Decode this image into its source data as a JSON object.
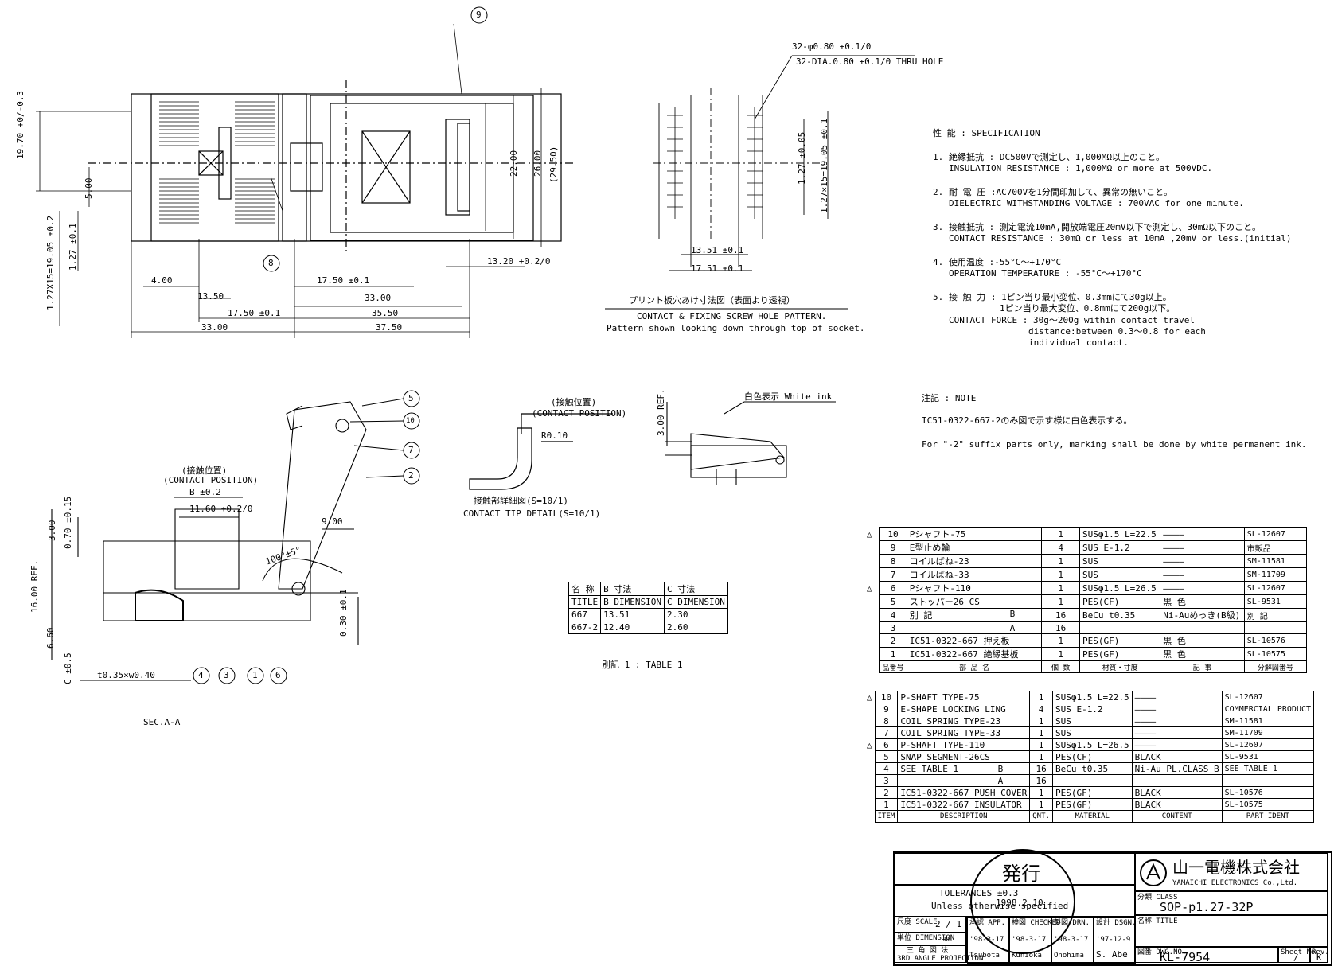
{
  "drawing": {
    "top_callout": "32-φ0.80 +0.1/0",
    "top_callout_en": "32-DIA.0.80 +0.1/0 THRU HOLE",
    "main_dims": [
      "19.70 +0/-0.3",
      "5.00",
      "1.27X15=19.05 ±0.2",
      "1.27 ±0.1",
      "22.00",
      "26.00",
      "(29.50)",
      "13.20 +0.2/0",
      "4.00",
      "13.50",
      "17.50 ±0.1",
      "33.00",
      "17.50 ±0.1",
      "35.50",
      "33.00",
      "37.50"
    ],
    "pattern_dims": [
      "1.27 ±0.05",
      "1.27×15=19.05 ±0.1",
      "13.51 ±0.1",
      "17.51 ±0.1"
    ],
    "pattern_title_jp": "プリント板穴あけ寸法図（表面より透視）",
    "pattern_title_en": "CONTACT & FIXING SCREW HOLE PATTERN.",
    "pattern_note": "Pattern shown looking down through top of socket.",
    "section_label": "SEC.A-A",
    "section_dims": [
      "B ±0.2",
      "11.60 +0.2/0",
      "3.00",
      "0.70 ±0.15",
      "16.00 REF.",
      "6.60",
      "C ±0.5",
      "t0.35×w0.40",
      "9.00",
      "100°±5°",
      "0.30 ±0.1"
    ],
    "contact_pos_jp": "(接触位置)",
    "contact_pos_en": "(CONTACT POSITION)",
    "contact_tip_jp": "接触部詳細図(S=10/1)",
    "contact_tip_en": "CONTACT TIP DETAIL(S=10/1)",
    "r_label": "R0.10",
    "ref_dim": "3.00 REF.",
    "white_ink": "白色表示 White ink",
    "balloons": [
      "1",
      "2",
      "3",
      "4",
      "5",
      "6",
      "7",
      "8",
      "9",
      "10"
    ]
  },
  "spec": {
    "heading": "性 能 : SPECIFICATION",
    "items": [
      {
        "n": "1.",
        "jp": "絶縁抵抗 : DC500Vで測定し、1,000MΩ以上のこと。",
        "en": "INSULATION RESISTANCE : 1,000MΩ or more at 500VDC."
      },
      {
        "n": "2.",
        "jp": "耐 電 圧 :AC700Vを1分間印加して、異常の無いこと。",
        "en": "DIELECTRIC WITHSTANDING VOLTAGE : 700VAC for one minute."
      },
      {
        "n": "3.",
        "jp": "接触抵抗 : 測定電流10mA,開放端電圧20mV以下で測定し、30mΩ以下のこと。",
        "en": "CONTACT RESISTANCE : 30mΩ or less at 10mA ,20mV or less.(initial)"
      },
      {
        "n": "4.",
        "jp": "使用温度 :-55°C〜+170°C",
        "en": "OPERATION TEMPERATURE : -55°C〜+170°C"
      },
      {
        "n": "5.",
        "jp": "接 触 力 : 1ピン当り最小変位、0.3mmにて30g以上。",
        "en": "1ピン当り最大変位、0.8mmにて200g以下。"
      }
    ],
    "force_en": "CONTACT FORCE : 30g〜200g within contact travel",
    "force_en2": "distance:between 0.3〜0.8 for each",
    "force_en3": "individual contact."
  },
  "note": {
    "heading": "注記 : NOTE",
    "jp": "IC51-0322-667-2のみ図で示す様に白色表示する。",
    "en": "For \"-2\" suffix parts only, marking shall be done by white permanent ink."
  },
  "dim_table": {
    "caption": "別記 1 : TABLE 1",
    "header1": [
      "名 称",
      "B 寸法",
      "C 寸法"
    ],
    "header2": [
      "TITLE",
      "B DIMENSION",
      "C DIMENSION"
    ],
    "rows": [
      [
        "667",
        "13.51",
        "2.30"
      ],
      [
        "667-2",
        "12.40",
        "2.60"
      ]
    ]
  },
  "bom_jp": {
    "rows": [
      {
        "rev": "△",
        "no": "10",
        "name": "Pシャフト-75",
        "qty": "1",
        "mat": "SUSφ1.5 L=22.5",
        "fin": "————",
        "part": "SL-12607"
      },
      {
        "rev": "",
        "no": "9",
        "name": "E型止め輪",
        "qty": "4",
        "mat": "SUS  E-1.2",
        "fin": "————",
        "part": "市販品"
      },
      {
        "rev": "",
        "no": "8",
        "name": "コイルばね-23",
        "qty": "1",
        "mat": "SUS",
        "fin": "————",
        "part": "SM-11581"
      },
      {
        "rev": "",
        "no": "7",
        "name": "コイルばね-33",
        "qty": "1",
        "mat": "SUS",
        "fin": "————",
        "part": "SM-11709"
      },
      {
        "rev": "△",
        "no": "6",
        "name": "Pシャフト-110",
        "qty": "1",
        "mat": "SUSφ1.5 L=26.5",
        "fin": "————",
        "part": "SL-12607"
      },
      {
        "rev": "",
        "no": "5",
        "name": "ストッパー26 CS",
        "qty": "1",
        "mat": "PES(CF)",
        "fin": "黒 色",
        "part": "SL-9531"
      },
      {
        "rev": "",
        "no": "4",
        "name": "別 記",
        "sub": "B",
        "qty": "16",
        "mat": "BeCu t0.35",
        "fin": "Ni-Auめっき(B級)",
        "part": "別 記"
      },
      {
        "rev": "",
        "no": "3",
        "name": "",
        "sub": "A",
        "qty": "16",
        "mat": "",
        "fin": "",
        "part": ""
      },
      {
        "rev": "",
        "no": "2",
        "name": "IC51-0322-667 押え板",
        "qty": "1",
        "mat": "PES(GF)",
        "fin": "黒 色",
        "part": "SL-10576"
      },
      {
        "rev": "",
        "no": "1",
        "name": "IC51-0322-667 絶縁基板",
        "qty": "1",
        "mat": "PES(GF)",
        "fin": "黒 色",
        "part": "SL-10575"
      }
    ],
    "footer": [
      "品番号",
      "部 品 名",
      "個 数",
      "材質・寸度",
      "記 事",
      "分解図番号"
    ]
  },
  "bom_en": {
    "rows": [
      {
        "rev": "△",
        "no": "10",
        "name": "P-SHAFT TYPE-75",
        "qty": "1",
        "mat": "SUSφ1.5 L=22.5",
        "fin": "————",
        "part": "SL-12607"
      },
      {
        "rev": "",
        "no": "9",
        "name": "E-SHAPE LOCKING LING",
        "qty": "4",
        "mat": "SUS  E-1.2",
        "fin": "————",
        "part": "COMMERCIAL PRODUCT"
      },
      {
        "rev": "",
        "no": "8",
        "name": "COIL SPRING TYPE-23",
        "qty": "1",
        "mat": "SUS",
        "fin": "————",
        "part": "SM-11581"
      },
      {
        "rev": "",
        "no": "7",
        "name": "COIL SPRING TYPE-33",
        "qty": "1",
        "mat": "SUS",
        "fin": "————",
        "part": "SM-11709"
      },
      {
        "rev": "△",
        "no": "6",
        "name": "P-SHAFT TYPE-110",
        "qty": "1",
        "mat": "SUSφ1.5 L=26.5",
        "fin": "————",
        "part": "SL-12607"
      },
      {
        "rev": "",
        "no": "5",
        "name": "SNAP SEGMENT-26CS",
        "qty": "1",
        "mat": "PES(CF)",
        "fin": "BLACK",
        "part": "SL-9531"
      },
      {
        "rev": "",
        "no": "4",
        "name": "SEE TABLE 1",
        "sub": "B",
        "qty": "16",
        "mat": "BeCu t0.35",
        "fin": "Ni-Au PL.CLASS B",
        "part": "SEE TABLE 1"
      },
      {
        "rev": "",
        "no": "3",
        "name": "",
        "sub": "A",
        "qty": "16",
        "mat": "",
        "fin": "",
        "part": ""
      },
      {
        "rev": "",
        "no": "2",
        "name": "IC51-0322-667 PUSH COVER",
        "qty": "1",
        "mat": "PES(GF)",
        "fin": "BLACK",
        "part": "SL-10576"
      },
      {
        "rev": "",
        "no": "1",
        "name": "IC51-0322-667 INSULATOR",
        "qty": "1",
        "mat": "PES(GF)",
        "fin": "BLACK",
        "part": "SL-10575"
      }
    ],
    "footer": [
      "ITEM",
      "DESCRIPTION",
      "QNT.",
      "MATERIAL",
      "CONTENT",
      "PART IDENT"
    ]
  },
  "title_block": {
    "stamp": "発行",
    "stamp_date": "1998.2.10",
    "tolerance": "TOLERANCES ±0.3",
    "tolerance2": "Unless otherwise specified",
    "scale_label": "尺度 SCALE",
    "scale": "2 / 1",
    "unit_label": "単位 DIMENSION",
    "unit": "mm",
    "projection_jp": "三 角 図 法",
    "projection_en": "3RD ANGLE PROJECTION",
    "company_jp": "山一電機株式会社",
    "company_en": "YAMAICHI ELECTRONICS Co.,Ltd.",
    "class_label": "分類 CLASS",
    "class": "SOP-p1.27-32P",
    "title_label": "名称 TITLE",
    "dwg_label": "図番 DWG.NO.",
    "dwg": "KL-7954",
    "sheet_label": "Sheet No.",
    "sheet": "/",
    "rev_label": "Rev.",
    "rev": "K",
    "approvals": [
      {
        "role": "承認 APP.",
        "date": "'98-3-17",
        "name": "Tsubota"
      },
      {
        "role": "検図 CHECKED",
        "date": "'98-3-17",
        "name": "Kunioka"
      },
      {
        "role": "製図 DRN.",
        "date": "'98-3-17",
        "name": "Onohima"
      },
      {
        "role": "設計 DSGN.",
        "date": "'97-12-9",
        "name": "S. Abe"
      }
    ]
  }
}
